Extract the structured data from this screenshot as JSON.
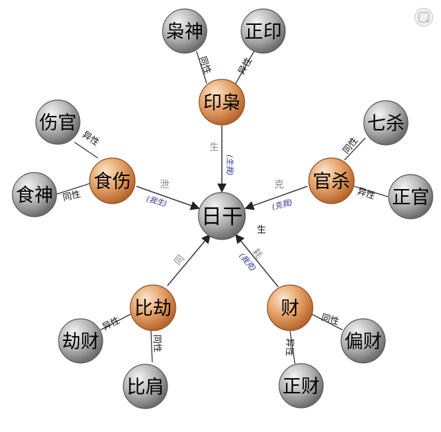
{
  "nodes": {
    "center": "日干",
    "yinxiao": "印枭",
    "xiaoshen": "枭神",
    "zhengyin": "正印",
    "shishang": "食伤",
    "shangguan": "伤官",
    "shishen": "食神",
    "guansha": "官杀",
    "qisha": "七杀",
    "zhengguan": "正官",
    "bijie": "比劫",
    "jiecai": "劫财",
    "bijian": "比肩",
    "cai": "财",
    "piancai": "偏财",
    "zhengcai": "正财"
  },
  "relations": {
    "yin_to_center": "生",
    "yin_to_center_note": "(生我)",
    "shishang_to_center": "泄",
    "shishang_to_center_note": "(我生)",
    "guansha_to_center": "克",
    "guansha_to_center_note": "(克我)",
    "bijie_to_center": "同",
    "cai_to_center": "耗",
    "cai_to_center_note": "(我克)",
    "center_side": "生"
  },
  "polarity": {
    "same": "同性",
    "different": "异性"
  },
  "colors": {
    "gray_node": "#8f8f8f",
    "orange_node": "#d98a4a",
    "line": "#333333"
  }
}
